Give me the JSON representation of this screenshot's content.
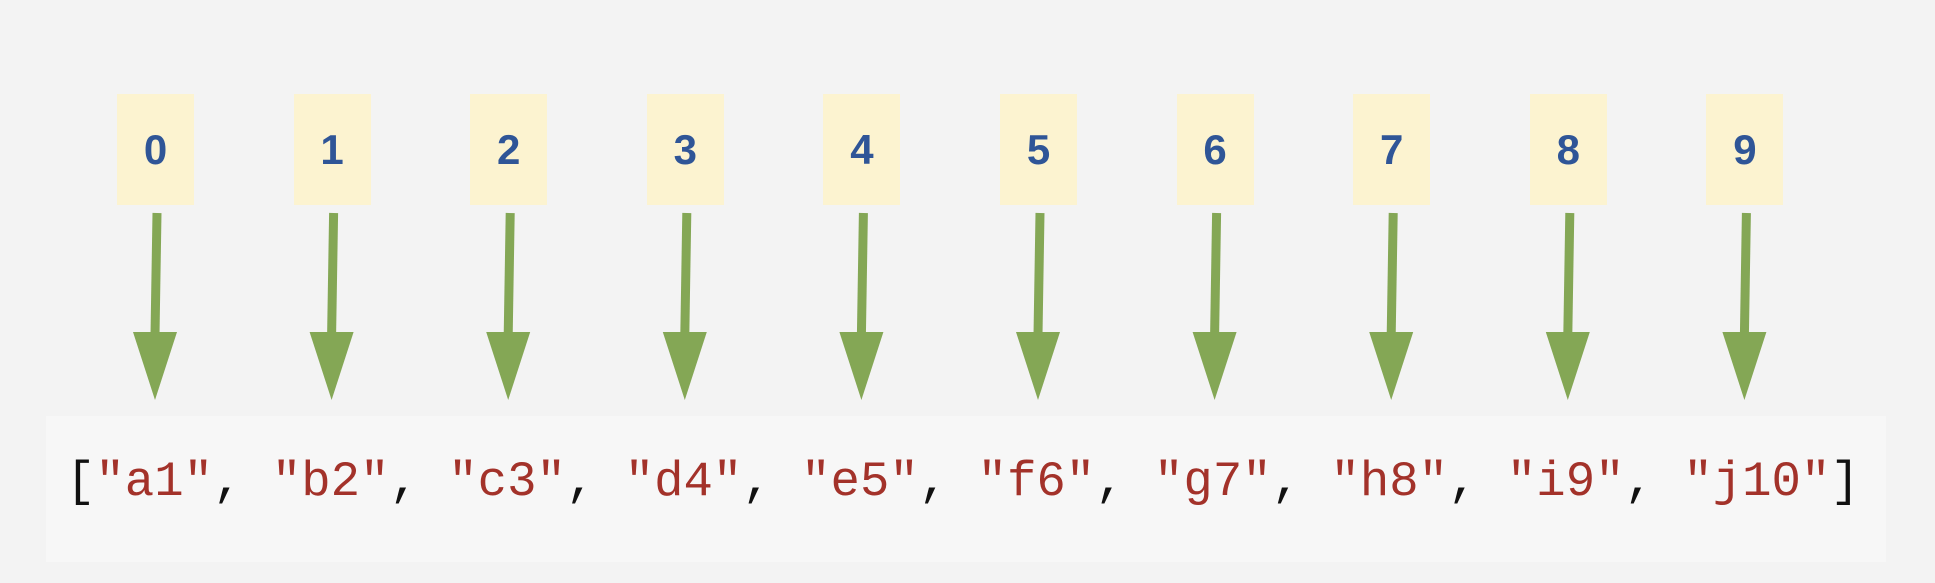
{
  "indices": [
    "0",
    "1",
    "2",
    "3",
    "4",
    "5",
    "6",
    "7",
    "8",
    "9"
  ],
  "array": {
    "open": "[",
    "close": "]",
    "separator": ", ",
    "items": [
      "\"a1\"",
      "\"b2\"",
      "\"c3\"",
      "\"d4\"",
      "\"e5\"",
      "\"f6\"",
      "\"g7\"",
      "\"h8\"",
      "\"i9\"",
      "\"j10\""
    ]
  },
  "colors": {
    "index_box": "#fcf3d0",
    "index_text": "#2f5597",
    "arrow": "#84a755",
    "string": "#a3322a"
  }
}
